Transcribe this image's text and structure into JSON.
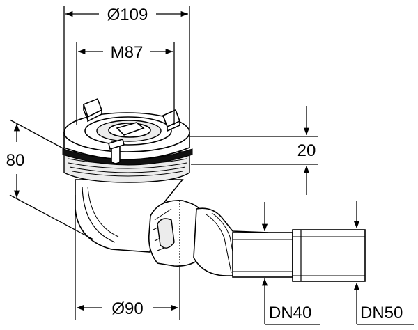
{
  "dimensions": {
    "outer_diameter": "Ø109",
    "thread": "M87",
    "height": "80",
    "flange_gap": "20",
    "bottom_diameter": "Ø90",
    "outlet_dn40": "DN40",
    "outlet_dn50": "DN50"
  },
  "colors": {
    "line": "#000000",
    "background": "#ffffff",
    "part_shade": "#ececec",
    "thread_shade": "#555555"
  }
}
